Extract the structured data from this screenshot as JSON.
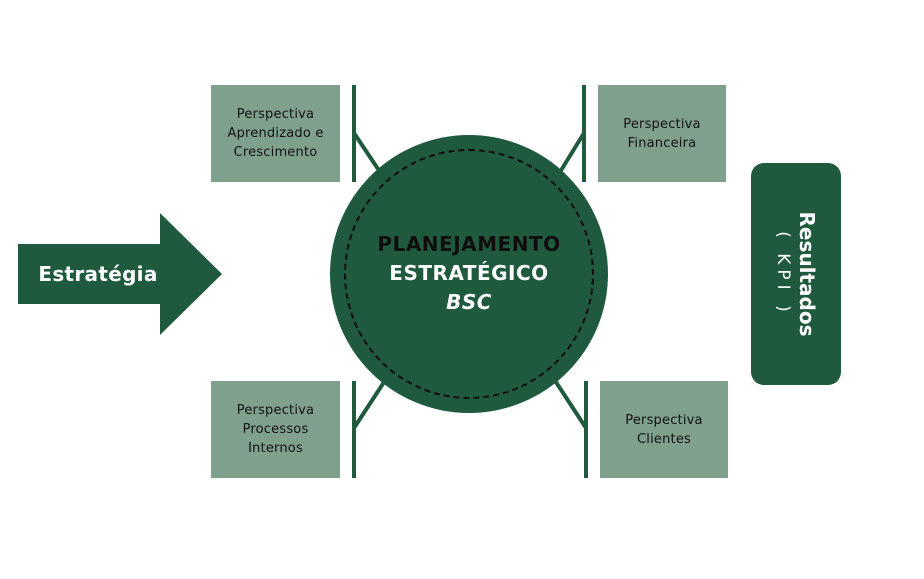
{
  "colors": {
    "dark_green": "#1f5a3f",
    "box_green": "#7fa08c",
    "connector_green": "#1f5a3f"
  },
  "perspectives": {
    "top_left": {
      "lines": [
        "Perspectiva",
        "Aprendizado e",
        "Crescimento"
      ]
    },
    "top_right": {
      "lines": [
        "Perspectiva",
        "Financeira"
      ]
    },
    "bottom_left": {
      "lines": [
        "Perspectiva",
        "Processos",
        "Internos"
      ]
    },
    "bottom_right": {
      "lines": [
        "Perspectiva",
        "Clientes"
      ]
    }
  },
  "center": {
    "line1": "PLANEJAMENTO",
    "line2": "ESTRATÉGICO",
    "line3": "BSC"
  },
  "strategy_arrow": {
    "label": "Estratégia"
  },
  "results": {
    "title": "Resultados",
    "kpi": "( KPI )"
  }
}
